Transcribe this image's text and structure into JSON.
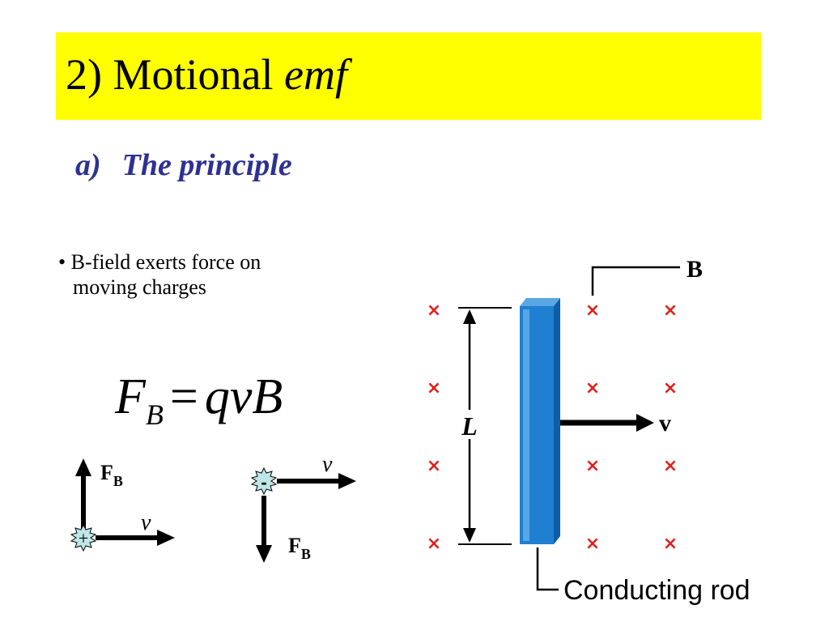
{
  "title": {
    "prefix": "2) Motional ",
    "emphasis": "emf"
  },
  "subtitle": {
    "marker": "a)",
    "text": "The principle"
  },
  "bullet": {
    "symbol": "•",
    "line1": "B-field exerts force on",
    "line2": "moving charges"
  },
  "equation": {
    "lhs": "F",
    "lhs_sub": "B",
    "eq": "=",
    "rhs": "qvB"
  },
  "force_diagrams": {
    "positive": {
      "charge_symbol": "+",
      "force_label": "F",
      "force_sub": "B",
      "velocity_label": "v"
    },
    "negative": {
      "charge_symbol": "-",
      "force_label": "F",
      "force_sub": "B",
      "velocity_label": "v"
    }
  },
  "rod_diagram": {
    "field_label": "B",
    "length_label": "L",
    "velocity_label": "v",
    "rod_caption": "Conducting rod",
    "field_marker": "×",
    "colors": {
      "field_marker": "#e0201b",
      "rod": "#1f7fd0",
      "rod_dark": "#0d5ea8",
      "charge": "#bfe6e6"
    }
  }
}
